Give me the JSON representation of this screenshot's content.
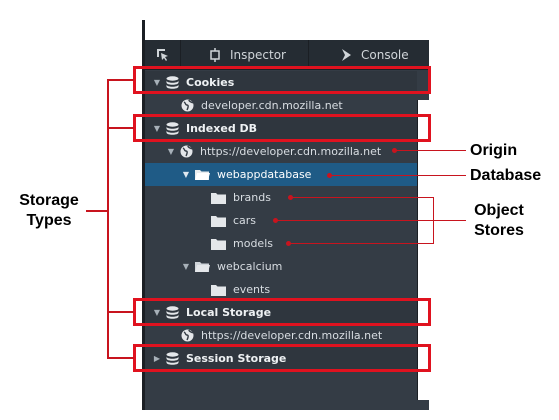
{
  "toolbar": {
    "inspector_label": "Inspector",
    "console_label": "Console"
  },
  "tree": {
    "cookies": {
      "label": "Cookies",
      "host": "developer.cdn.mozilla.net"
    },
    "indexed_db": {
      "label": "Indexed DB",
      "origin": "https://developer.cdn.mozilla.net",
      "database_1": {
        "name": "webappdatabase",
        "stores": [
          "brands",
          "cars",
          "models"
        ]
      },
      "database_2": {
        "name": "webcalcium",
        "stores": [
          "events"
        ]
      }
    },
    "local_storage": {
      "label": "Local Storage",
      "host": "https://developer.cdn.mozilla.net"
    },
    "session_storage": {
      "label": "Session Storage"
    }
  },
  "annotations": {
    "storage_types_line1": "Storage",
    "storage_types_line2": "Types",
    "origin": "Origin",
    "database": "Database",
    "object_line1": "Object",
    "object_line2": "Stores"
  },
  "colors": {
    "panel_bg": "#343c45",
    "toolbar_bg": "#252c33",
    "selected_row": "#1f5b86",
    "highlight_red": "#e0121f",
    "annotation_line": "#c8141e"
  },
  "icons": {
    "picker": "element-picker-icon",
    "inspector": "inspector-icon",
    "console": "console-chevron-icon",
    "storage_type": "database-stack-icon",
    "host": "globe-icon",
    "folder": "folder-icon"
  }
}
